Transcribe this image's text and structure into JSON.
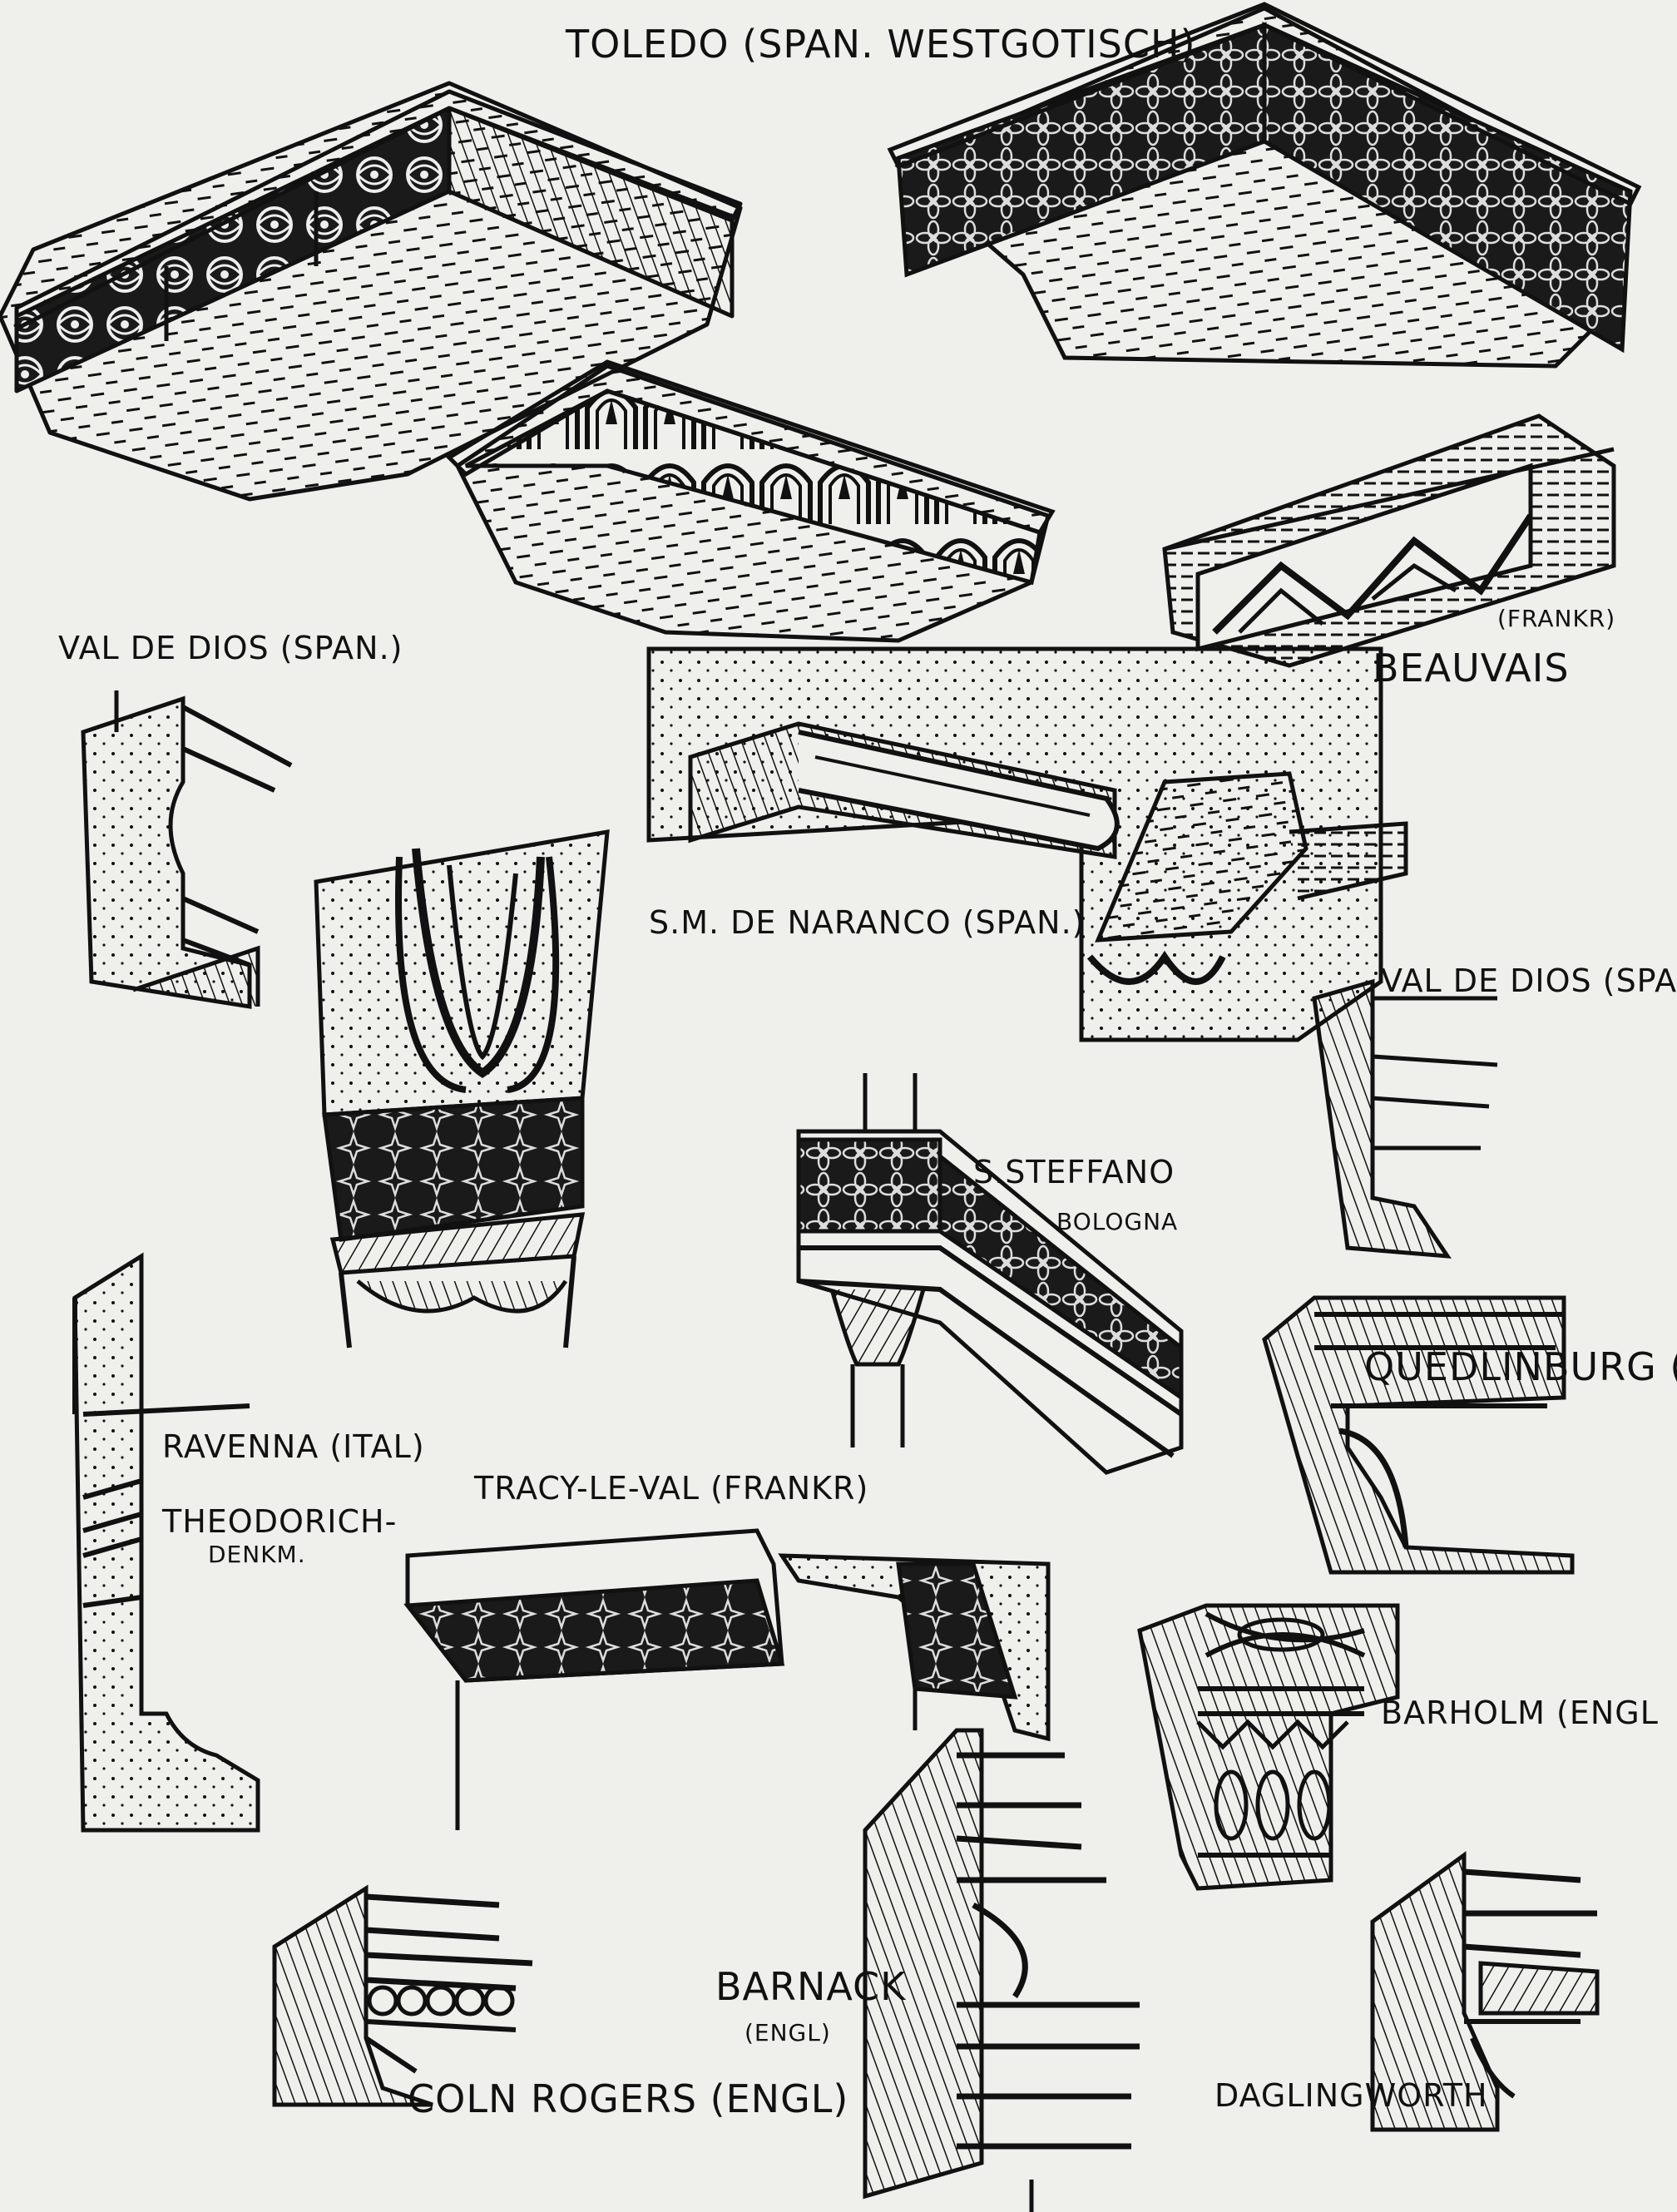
{
  "labels": {
    "toledo": "TOLEDO (SPAN. WESTGOTISCH)",
    "valdedios_1": "VAL DE DIOS (SPAN.)",
    "frankr_beauvais_country": "(FRANKR)",
    "beauvais": "BEAUVAIS",
    "naranco": "S.M. DE NARANCO (SPAN.)",
    "valdedios_2": "VAL DE DIOS (SPAN.)",
    "steffano": "S.STEFFANO",
    "bologna": "BOLOGNA",
    "quedlinburg": "QUEDLINBURG (SACHS.)",
    "ravenna": "RAVENNA (ITAL)",
    "theodorich": "THEODORICH-",
    "denkm": "DENKM.",
    "tracy": "TRACY-LE-VAL (FRANKR)",
    "barholm": "BARHOLM (ENGL",
    "barnack": "BARNACK",
    "barnack_country": "(ENGL)",
    "coln_rogers": "COLN ROGERS (ENGL)",
    "daglingworth": "DAGLINGWORTH"
  },
  "colors": {
    "paper": "#efefeb",
    "ink": "#111111"
  }
}
